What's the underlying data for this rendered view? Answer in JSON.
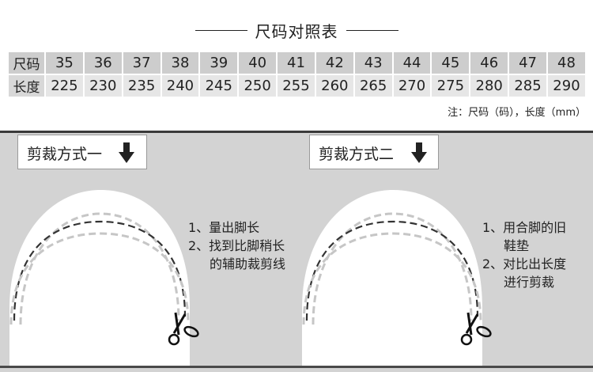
{
  "title": "尺码对照表",
  "table": {
    "size_label": "尺码",
    "length_label": "长度",
    "sizes": [
      "35",
      "36",
      "37",
      "38",
      "39",
      "40",
      "41",
      "42",
      "43",
      "44",
      "45",
      "46",
      "47",
      "48"
    ],
    "lengths": [
      "225",
      "230",
      "235",
      "240",
      "245",
      "250",
      "255",
      "260",
      "265",
      "270",
      "275",
      "280",
      "285",
      "290"
    ]
  },
  "note": "注：尺码（码），长度（mm）",
  "method1": {
    "label": "剪裁方式一",
    "step1": "1、量出脚长",
    "step2a": "2、找到比脚稍长",
    "step2b": "的辅助裁剪线"
  },
  "method2": {
    "label": "剪裁方式二",
    "step1a": "1、用合脚的旧",
    "step1b": "鞋垫",
    "step2a": "2、对比出长度",
    "step2b": "进行剪裁"
  },
  "icons": {
    "arrow": "arrow-down-icon",
    "scissors": "scissors-icon"
  },
  "colors": {
    "panel_bg": "#d3d3d3",
    "table_row1": "#cdcdcd",
    "table_row2": "#e6e6e6"
  }
}
